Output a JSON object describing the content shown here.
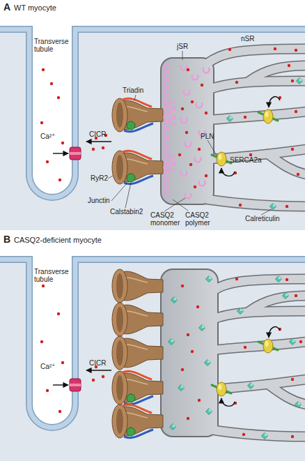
{
  "diagram": {
    "nodes": [
      {
        "text": [
          "A",
          "WT myocyte"
        ]
      },
      {
        "text": [
          "B",
          "CASQ2-deficient myocyte"
        ]
      }
    ],
    "labels": [
      "Transverse tubule",
      "jSR",
      "nSR",
      "Ca²⁺",
      "CICR",
      "Triadin",
      "RyR2",
      "Junctin",
      "Calstabin2",
      "CASQ2 monomer",
      "CASQ2 polymer",
      "PLN",
      "SERCA2a",
      "Calreticulin",
      "Transverse tubule",
      "Ca²⁺",
      "CICR"
    ]
  }
}
